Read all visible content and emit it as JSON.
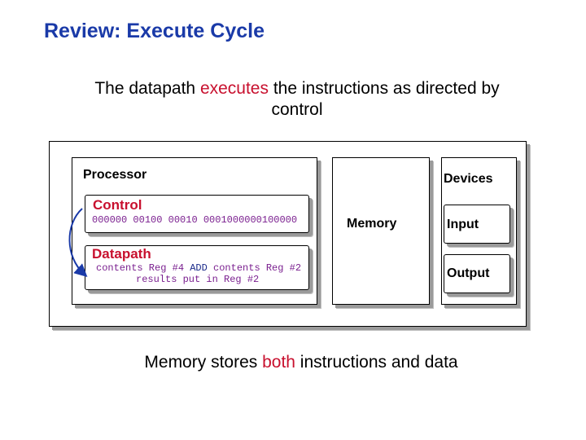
{
  "title": "Review:  Execute Cycle",
  "subtitle": {
    "part1": "The datapath ",
    "highlight": "executes",
    "part2": " the instructions as directed by control"
  },
  "processor": {
    "label": "Processor",
    "control": {
      "label": "Control",
      "bits": [
        "000000",
        "00100",
        "00010",
        "0001000000100000"
      ]
    },
    "datapath": {
      "label": "Datapath",
      "line1_a": "contents Reg #4 ",
      "line1_b": "ADD",
      "line1_c": " contents Reg #2",
      "line2": "results put in Reg #2"
    }
  },
  "memory": {
    "label": "Memory"
  },
  "devices": {
    "label": "Devices",
    "input": "Input",
    "output": "Output"
  },
  "bottom": {
    "part1": "Memory stores ",
    "highlight": "both",
    "part2": " instructions and data"
  },
  "colors": {
    "title": "#1a3aa8",
    "highlight": "#c8102e",
    "purple": "#7a1f8f",
    "arrow": "#1a3aa8"
  }
}
